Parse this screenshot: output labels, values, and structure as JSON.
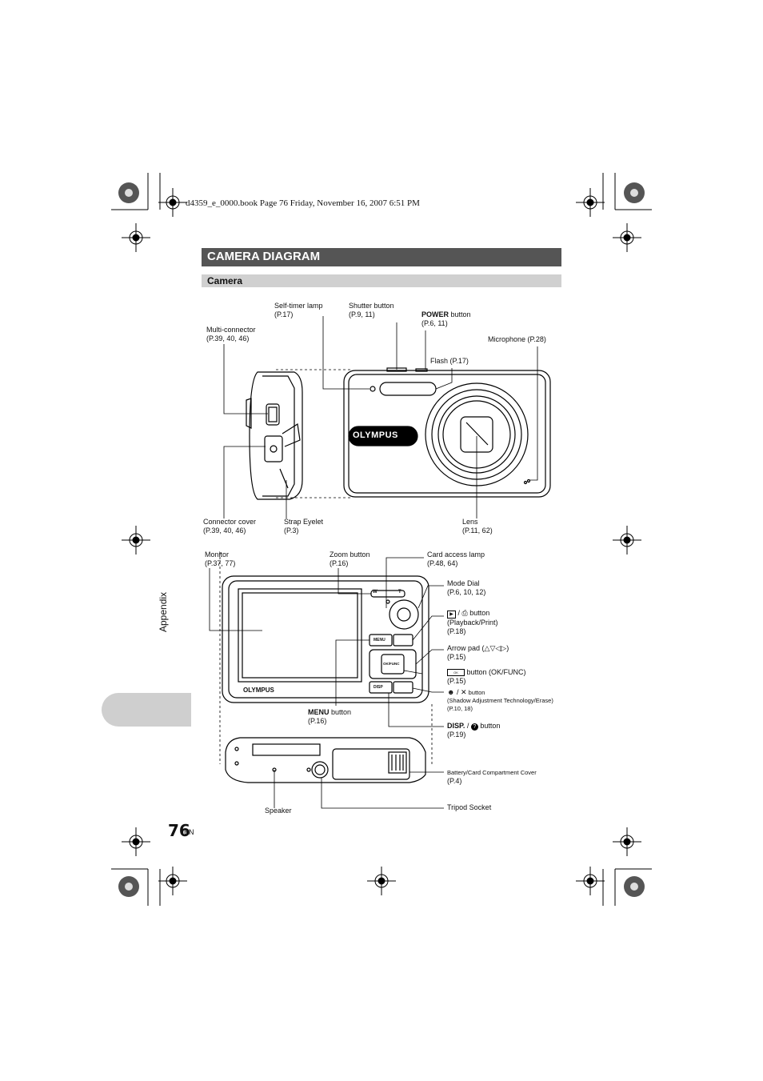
{
  "header": {
    "file_line": "d4359_e_0000.book  Page 76  Friday, November 16, 2007  6:51 PM"
  },
  "section": {
    "title": "CAMERA DIAGRAM",
    "subtitle": "Camera"
  },
  "side_tab": {
    "label": "Appendix"
  },
  "footer": {
    "page_number": "76",
    "lang": "EN"
  },
  "camera_brand": "OLYMPUS",
  "labels": {
    "self_timer": [
      "Self-timer lamp",
      "(P.17)"
    ],
    "shutter": [
      "Shutter button",
      "(P.9, 11)"
    ],
    "power": [
      "POWER",
      " button",
      "(P.6, 11)"
    ],
    "multi_connector": [
      "Multi-connector",
      "(P.39, 40, 46)"
    ],
    "microphone": "Microphone (P.28)",
    "flash": "Flash (P.17)",
    "connector_cover": [
      "Connector cover",
      "(P.39, 40, 46)"
    ],
    "strap_eyelet": [
      "Strap Eyelet",
      "(P.3)"
    ],
    "lens": [
      "Lens",
      "(P.11, 62)"
    ],
    "monitor": [
      "Monitor",
      "(P.37, 77)"
    ],
    "zoom": [
      "Zoom button",
      "(P.16)"
    ],
    "card_lamp": [
      "Card access lamp",
      "(P.48, 64)"
    ],
    "mode_dial": [
      "Mode Dial",
      "(P.6, 10, 12)"
    ],
    "playback": [
      " button",
      "(Playback/Print)",
      "(P.18)"
    ],
    "arrow_pad": [
      "Arrow pad (",
      ")",
      "(P.15)"
    ],
    "ok_func": [
      " button (OK/FUNC)",
      "(P.15)"
    ],
    "shadow": [
      " button",
      "(Shadow Adjustment Technology/Erase)",
      "(P.10, 18)"
    ],
    "menu": [
      "MENU",
      " button",
      "(P.16)"
    ],
    "disp": [
      "DISP.",
      " / ",
      " button",
      "(P.19)"
    ],
    "battery": [
      "Battery/Card Compartment Cover",
      "(P.4)"
    ],
    "speaker": "Speaker",
    "tripod": "Tripod Socket"
  },
  "button_text": {
    "menu": "MENU",
    "ok": "OK/FUNC",
    "disp": "DISP",
    "zoom_w": "W",
    "zoom_t": "T"
  }
}
